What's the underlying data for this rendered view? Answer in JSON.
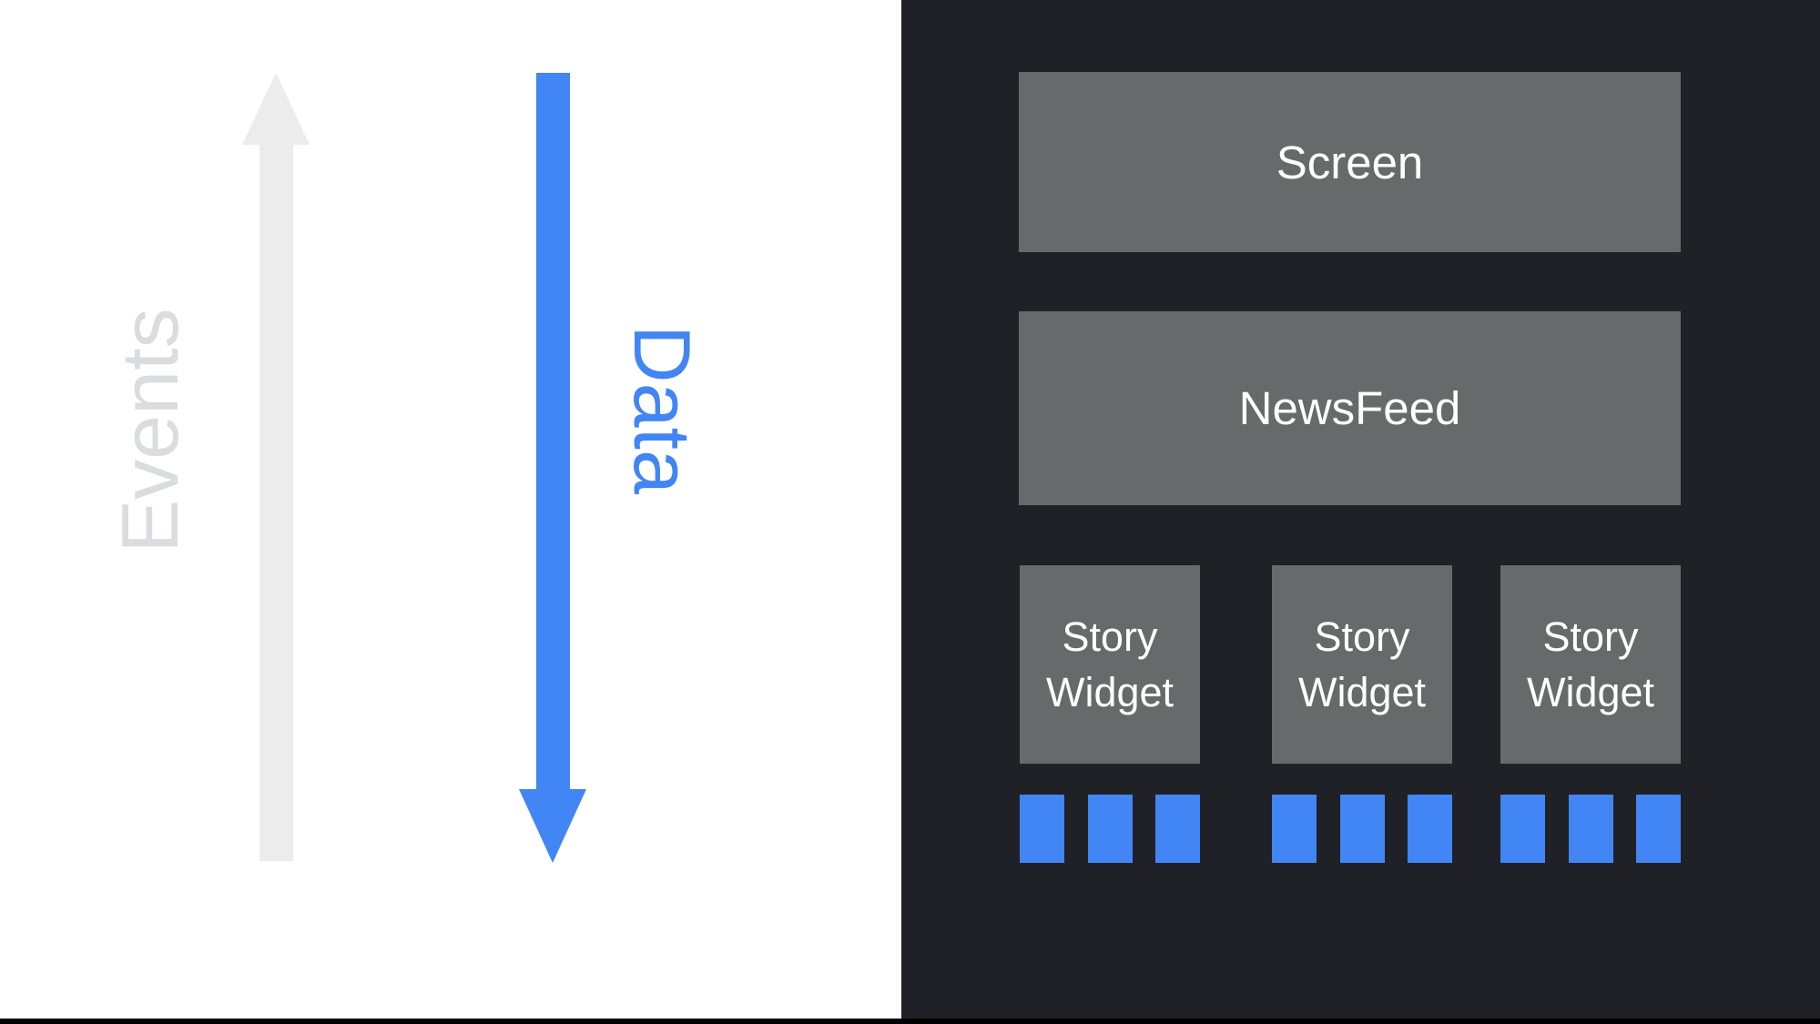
{
  "colors": {
    "page_bg": "#ffffff",
    "panel_bg": "#202126",
    "box_bg": "#67696b",
    "box_text": "#ffffff",
    "accent_blue": "#4285f4",
    "arrow_gray": "#ececec",
    "events_text": "#dadce0",
    "bottom_bar": "#000000"
  },
  "flow": {
    "events_label": "Events",
    "data_label": "Data"
  },
  "tree": {
    "screen_label": "Screen",
    "newsfeed_label": "NewsFeed",
    "story_widgets": [
      {
        "label": "Story Widget",
        "dot_count": 3
      },
      {
        "label": "Story Widget",
        "dot_count": 3
      },
      {
        "label": "Story Widget",
        "dot_count": 3
      }
    ]
  }
}
